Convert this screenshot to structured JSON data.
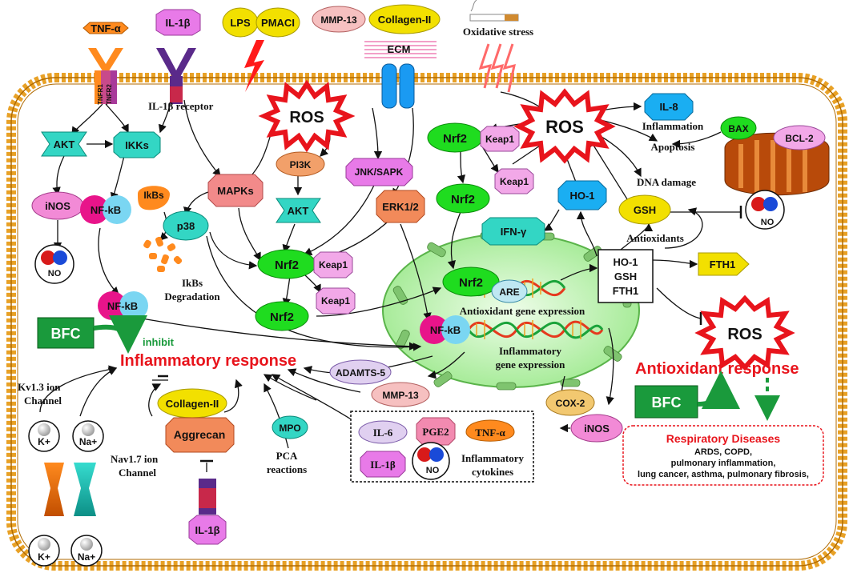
{
  "receptors": {
    "tnf_alpha": "TNF-α",
    "tnfr1": "TNFR1",
    "tnfr2": "TNFR2",
    "il1b_top": "IL-1β",
    "il1b_receptor": "IL-1β receptor",
    "lps": "LPS",
    "pmaci": "PMACI",
    "mmp13_top": "MMP-13",
    "collagen_top": "Collagen-II",
    "ecm": "ECM",
    "oxidative_stress": "Oxidative stress"
  },
  "left_pathway": {
    "akt": "AKT",
    "ikks": "IKKs",
    "inos": "iNOS",
    "no": "NO",
    "nfkb": "NF-kB",
    "ikbs": "IkBs",
    "ikbs_degradation_1": "IkBs",
    "ikbs_degradation_2": "Degradation",
    "nfkb_2": "NF-kB",
    "mapks": "MAPKs",
    "p38": "p38"
  },
  "center_pathway": {
    "ros": "ROS",
    "pi3k": "PI3K",
    "akt": "AKT",
    "jnk": "JNK/SAPK",
    "erk": "ERK1/2",
    "nrf2_a": "Nrf2",
    "keap1_a": "Keap1",
    "nrf2_b": "Nrf2",
    "keap1_b": "Keap1"
  },
  "right_pathway": {
    "ros_top": "ROS",
    "il8": "IL-8",
    "inflammation": "Inflammation",
    "apoptosis": "Apoptosis",
    "bax": "BAX",
    "bcl2": "BCL-2",
    "dna_damage": "DNA damage",
    "nrf2_a": "Nrf2",
    "keap1_a": "Keap1",
    "keap1_b": "Keap1",
    "nrf2_b": "Nrf2",
    "ho1": "HO-1",
    "gsh": "GSH",
    "no": "NO",
    "antioxidants": "Antioxidants",
    "ifn": "IFN-γ",
    "fth1": "FTH1",
    "box_line1": "HO-1",
    "box_line2": "GSH",
    "box_line3": "FTH1",
    "ros_bottom": "ROS"
  },
  "nucleus": {
    "nrf2": "Nrf2",
    "are": "ARE",
    "antioxidant_expr": "Antioxidant gene expression",
    "nfkb": "NF-kB",
    "inflammatory_expr_1": "Inflammatory",
    "inflammatory_expr_2": "gene expression"
  },
  "bottom": {
    "bfc_left": "BFC",
    "inhibit": "inhibit",
    "inflammatory_response": "Inflammatory response",
    "adamts5": "ADAMTS-5",
    "mmp13": "MMP-13",
    "collagen": "Collagen-II",
    "aggrecan": "Aggrecan",
    "mpo": "MPO",
    "pca_1": "PCA",
    "pca_2": "reactions",
    "il1b_bottom": "IL-1β",
    "kv_1": "Kv1.3 ion",
    "kv_2": "Channel",
    "nav_1": "Nav1.7 ion",
    "nav_2": "Channel",
    "k_top": "K+",
    "na_top": "Na+",
    "k_bottom": "K+",
    "na_bottom": "Na+",
    "cox2": "COX-2",
    "inos": "iNOS",
    "il6": "IL-6",
    "pge2": "PGE2",
    "tnf": "TNF-α",
    "il1b": "IL-1β",
    "no": "NO",
    "cytokines_1": "Inflammatory",
    "cytokines_2": "cytokines",
    "antioxidant_response": "Antioxidant response",
    "bfc_right": "BFC",
    "resp_title": "Respiratory Diseases",
    "resp_line1": "ARDS, COPD,",
    "resp_line2": "pulmonary inflammation,",
    "resp_line3": "lung cancer, asthma, pulmonary fibrosis,"
  },
  "colors": {
    "membrane": "#e8a126",
    "nrf2": "#1fdc1f",
    "keap1": "#f2a8e8",
    "akt": "#33d6c4",
    "mapk": "#f28a8a",
    "erk": "#f2a06a",
    "ho1": "#1aaef2",
    "gsh": "#f2e000",
    "bfc": "#1a9a3c",
    "red_text": "#e8141c",
    "nucleus": "#bff5b3"
  }
}
